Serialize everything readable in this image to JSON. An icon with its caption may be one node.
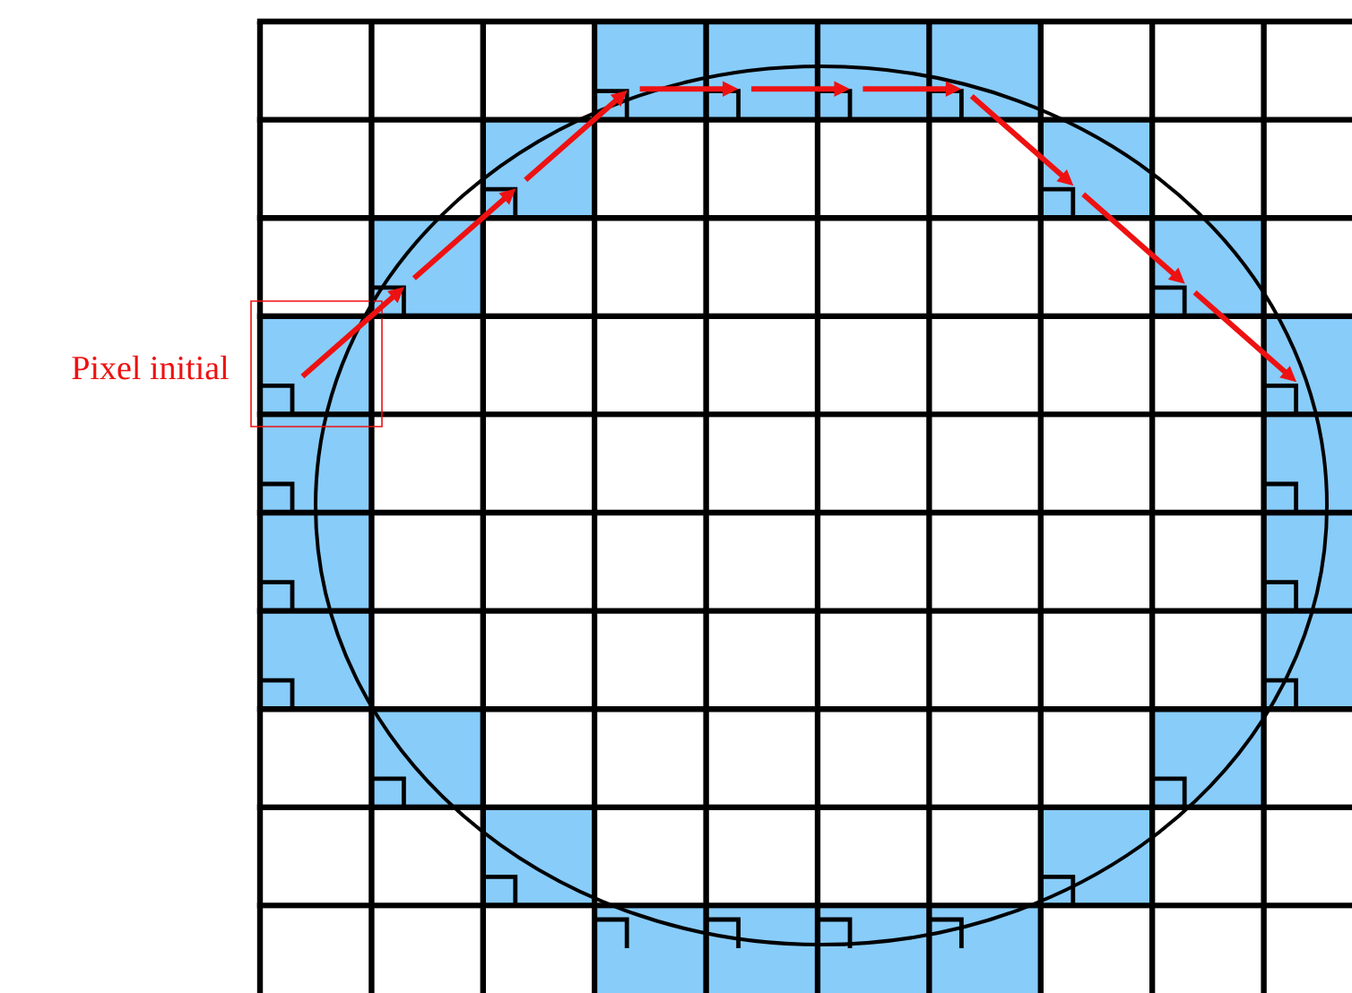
{
  "diagram": {
    "nodes": [
      {
        "text": [],
        "shape": "box",
        "beside": [
          "Pixel initial"
        ]
      },
      {
        "text": [],
        "shape": "box"
      },
      {
        "text": [],
        "shape": "box"
      },
      {
        "text": [],
        "shape": "box"
      },
      {
        "text": [],
        "shape": "box"
      },
      {
        "text": [],
        "shape": "box"
      },
      {
        "text": [],
        "shape": "box"
      },
      {
        "text": [],
        "shape": "box"
      },
      {
        "text": [],
        "shape": "box"
      },
      {
        "text": [],
        "shape": "box"
      }
    ],
    "edges": [
      {
        "from": 0,
        "to": 1,
        "arrow": "to"
      },
      {
        "from": 1,
        "to": 2,
        "arrow": "to"
      },
      {
        "from": 2,
        "to": 3,
        "arrow": "to"
      },
      {
        "from": 3,
        "to": 4,
        "arrow": "to"
      },
      {
        "from": 4,
        "to": 5,
        "arrow": "to"
      },
      {
        "from": 5,
        "to": 6,
        "arrow": "to"
      },
      {
        "from": 6,
        "to": 7,
        "arrow": "to"
      },
      {
        "from": 7,
        "to": 8,
        "arrow": "to"
      },
      {
        "from": 8,
        "to": 9,
        "arrow": "to"
      }
    ]
  }
}
